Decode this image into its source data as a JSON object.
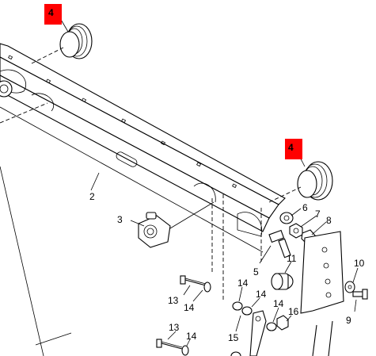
{
  "callouts": {
    "c1": "2",
    "c2": "3",
    "c3": "4",
    "c4": "4",
    "c5": "5",
    "c6": "6",
    "c7": "7",
    "c8": "8",
    "c9": "9",
    "c10": "10",
    "c11": "11",
    "c12": "13",
    "c13": "13",
    "c14": "14",
    "c15": "14",
    "c16": "14",
    "c17": "14",
    "c18": "14",
    "c19": "15",
    "c20": "16"
  },
  "colors": {
    "highlight": "#ff0000",
    "ink": "#000000",
    "background": "#ffffff"
  }
}
